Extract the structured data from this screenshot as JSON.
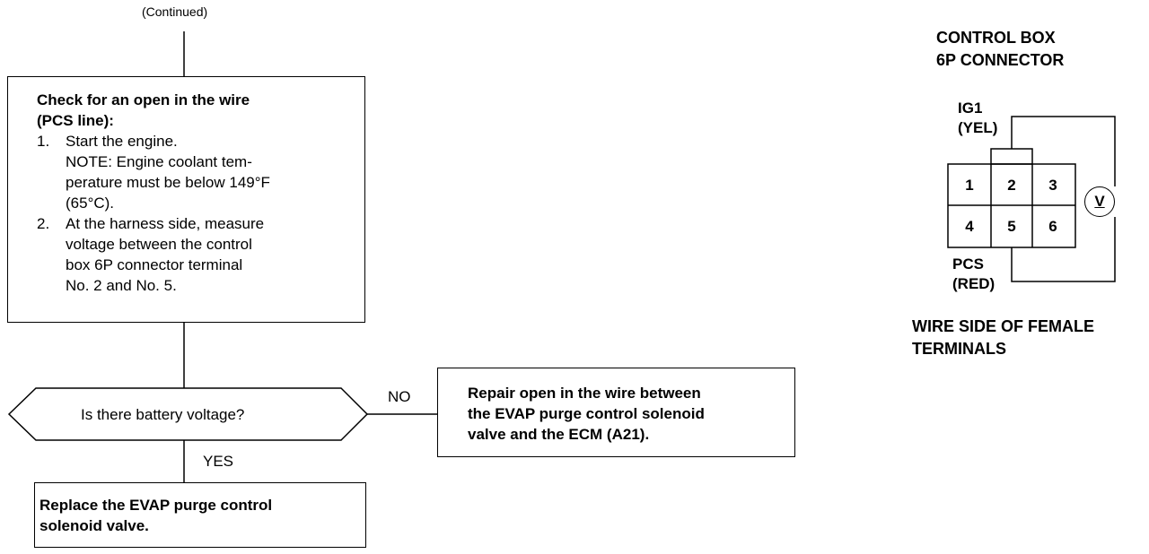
{
  "flowchart": {
    "continued": "(Continued)",
    "check_box": {
      "title_lines": [
        "Check for an open in the wire",
        "(PCS line):"
      ],
      "steps": [
        {
          "num": "1.",
          "lines": [
            "Start the engine.",
            "NOTE: Engine coolant tem-",
            "perature must be below 149°F",
            "(65°C)."
          ]
        },
        {
          "num": "2.",
          "lines": [
            "At the harness side, measure",
            "voltage between the control",
            "box 6P connector terminal",
            "No. 2 and No. 5."
          ]
        }
      ]
    },
    "decision": "Is there battery voltage?",
    "no_label": "NO",
    "yes_label": "YES",
    "repair_lines": [
      "Repair open in the wire between",
      "the EVAP purge control solenoid",
      "valve and the ECM (A21)."
    ],
    "replace_lines": [
      "Replace the EVAP purge control",
      "solenoid valve."
    ]
  },
  "connector_diagram": {
    "title_lines": [
      "CONTROL BOX",
      "6P CONNECTOR"
    ],
    "ig1_lines": [
      "IG1",
      "(YEL)"
    ],
    "pcs_lines": [
      "PCS",
      "(RED)"
    ],
    "pins": [
      "1",
      "2",
      "3",
      "4",
      "5",
      "6"
    ],
    "meter_symbol": "V",
    "footer_lines": [
      "WIRE SIDE OF FEMALE",
      "TERMINALS"
    ]
  }
}
